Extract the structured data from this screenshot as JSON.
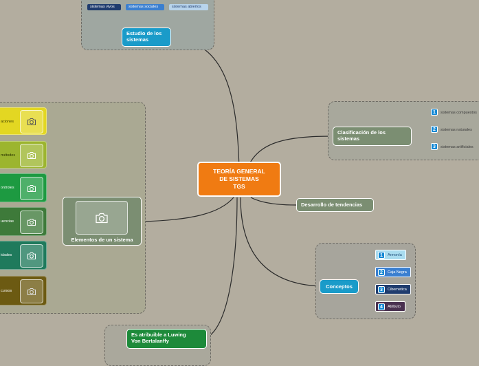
{
  "central": {
    "line1": "TEORÍA GENERAL",
    "line2": "DE SISTEMAS",
    "line3": "TGS",
    "color": "#f07b12"
  },
  "estudio": {
    "line1": "Estudio de los",
    "line2": "sistemas",
    "color": "#1a9bc9",
    "tags": [
      {
        "label": "sistemas vivos",
        "bg": "#1f3c6e",
        "fg": "#ffffff"
      },
      {
        "label": "sistemas sociales",
        "bg": "#3a7fd0",
        "fg": "#ffffff"
      },
      {
        "label": "sistemas abiertos",
        "bg": "#b8d4ec",
        "fg": "#1f3c6e"
      }
    ]
  },
  "clasificacion": {
    "line1": "Clasificación de los",
    "line2": "sistemas",
    "color": "#7b8e72",
    "items": [
      {
        "num": "1",
        "label": "sistemas compuestos"
      },
      {
        "num": "2",
        "label": "sistemas naturales"
      },
      {
        "num": "3",
        "label": "sistemas artificiales"
      }
    ]
  },
  "tendencias": {
    "label": "Desarrollo de tendencias",
    "color": "#7b8e72"
  },
  "conceptos": {
    "label": "Conceptos",
    "color": "#1a9bc9",
    "items": [
      {
        "num": "1",
        "label": "Armonía",
        "bg": "#a9dcef",
        "fg": "#1f4e79"
      },
      {
        "num": "2",
        "label": "Caja Negra",
        "bg": "#3a7fd0",
        "fg": "#ffffff"
      },
      {
        "num": "3",
        "label": "Cibernetica",
        "bg": "#1f3c6e",
        "fg": "#ffffff"
      },
      {
        "num": "4",
        "label": "Atributo",
        "bg": "#4a3150",
        "fg": "#ffffff"
      }
    ]
  },
  "elementos": {
    "label": "Elementos de un sistema",
    "color": "#7b8e72",
    "icon": "camera-icon",
    "items": [
      {
        "label": "aciones",
        "bg": "#e3d722",
        "fg": "#3a3a00"
      },
      {
        "label": "métodos",
        "bg": "#9cb52f",
        "fg": "#2a3300"
      },
      {
        "label": "ontroles",
        "bg": "#1d9a41",
        "fg": "#ffffff"
      },
      {
        "label": "uencias",
        "bg": "#3e7a3a",
        "fg": "#ffffff"
      },
      {
        "label": "idades",
        "bg": "#1f7a5c",
        "fg": "#ffffff"
      },
      {
        "label": "cursos",
        "bg": "#6c5a12",
        "fg": "#ffffff"
      }
    ]
  },
  "bertalanffy": {
    "line1": "Es atribuible a Luwing",
    "line2": "Von Bertalanffy",
    "color": "#1d8a3a"
  }
}
